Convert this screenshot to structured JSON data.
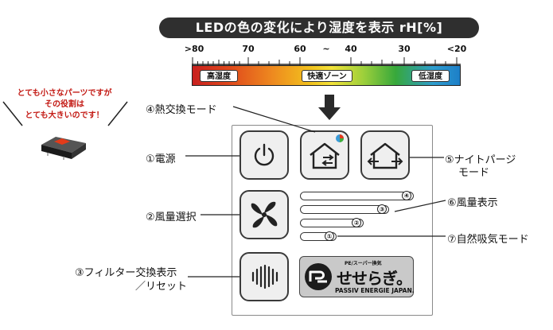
{
  "title": "LEDの色の変化により湿度を表示 rH[%]",
  "scale": {
    "ticks": [
      ">80",
      "70",
      "60",
      "~",
      "40",
      "30",
      "<20"
    ],
    "zones": [
      "高湿度",
      "快適ゾーン",
      "低湿度"
    ]
  },
  "chip_caption": [
    "とても小さなパーツですが",
    "その役割は",
    "とても大きいのです！"
  ],
  "callouts": {
    "heat_exchange": "④熱交換モード",
    "power": "①電源",
    "fan_select": "②風量選択",
    "filter": "③フィルター交換表示",
    "filter_reset": "／リセット",
    "night_purge": "⑤ナイトパージ",
    "night_purge_mode": "モード",
    "fan_display": "⑥風量表示",
    "natural_intake": "⑦自然吸気モード"
  },
  "fan_levels": [
    "④",
    "③",
    "②",
    "①"
  ],
  "logo": {
    "small": "PE/スーパー換気",
    "main": "せせらぎ。",
    "sub": "PASSIV ENERGIE JAPAN."
  },
  "icons": [
    "power-icon",
    "house-heat-exchange-icon",
    "house-night-purge-icon",
    "fan-icon",
    "filter-icon",
    "logo-mark-icon",
    "down-arrow-icon",
    "chip-icon"
  ]
}
